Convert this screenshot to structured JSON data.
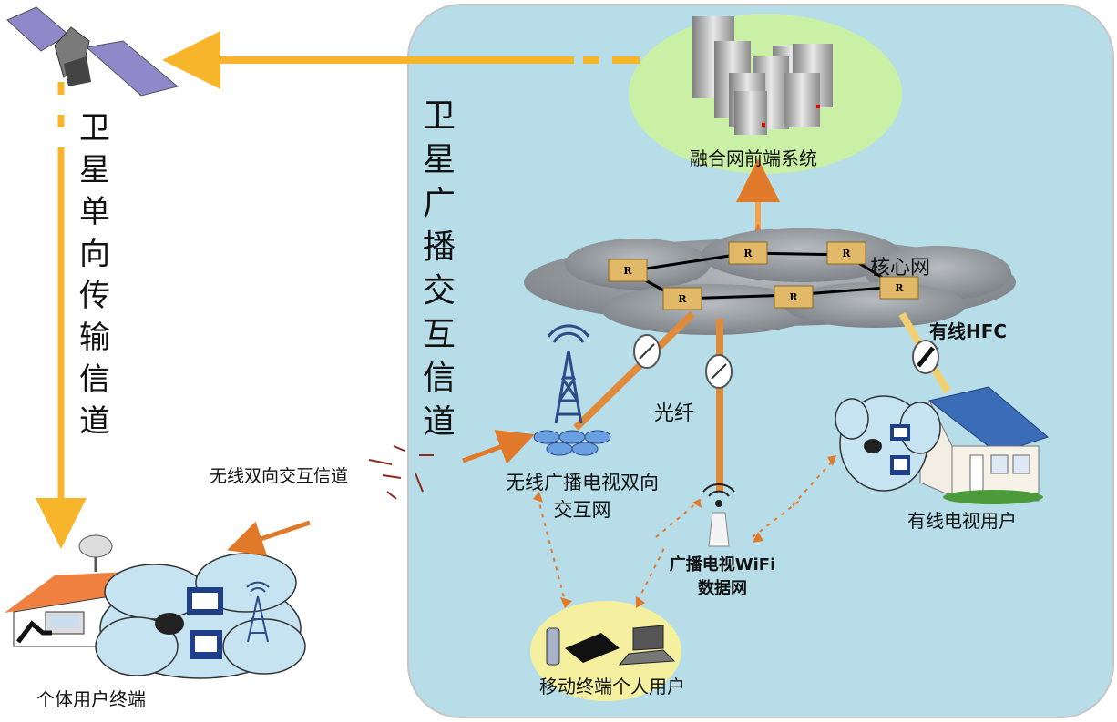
{
  "labels": {
    "fusion_front_end": "融合网前端系统",
    "core_network": "核心网",
    "wired_hfc": "有线HFC",
    "fiber": "光纤",
    "wireless_broadcast_net": "无线广播电视双向交互网",
    "cable_tv_user": "有线电视用户",
    "wifi_data_net": "广播电视WiFi数据网",
    "mobile_users": "移动终端个人用户",
    "wireless_two_way_channel": "无线双向交互信道",
    "individual_user_terminal": "个体用户终端",
    "satellite_one_way": "卫星单向传输信道",
    "satellite_broadcast_interactive": "卫星广播交互信道"
  },
  "router_mark": "R",
  "colors": {
    "panel": "#b6dde8",
    "arrow_yellow": "#f7b52b",
    "arrow_orange": "#e07a2a",
    "fiber": "#e08a3c",
    "cloud_gray": "#8e9399",
    "server_bg": "#c9f0a5",
    "mobile_bg": "#f4f0a0"
  },
  "icons": [
    "satellite-icon",
    "server-icon",
    "router-icon",
    "tower-icon",
    "wifi-router-icon",
    "house-icon",
    "tv-icon",
    "laptop-icon",
    "phone-icon",
    "tablet-icon",
    "dish-icon"
  ]
}
